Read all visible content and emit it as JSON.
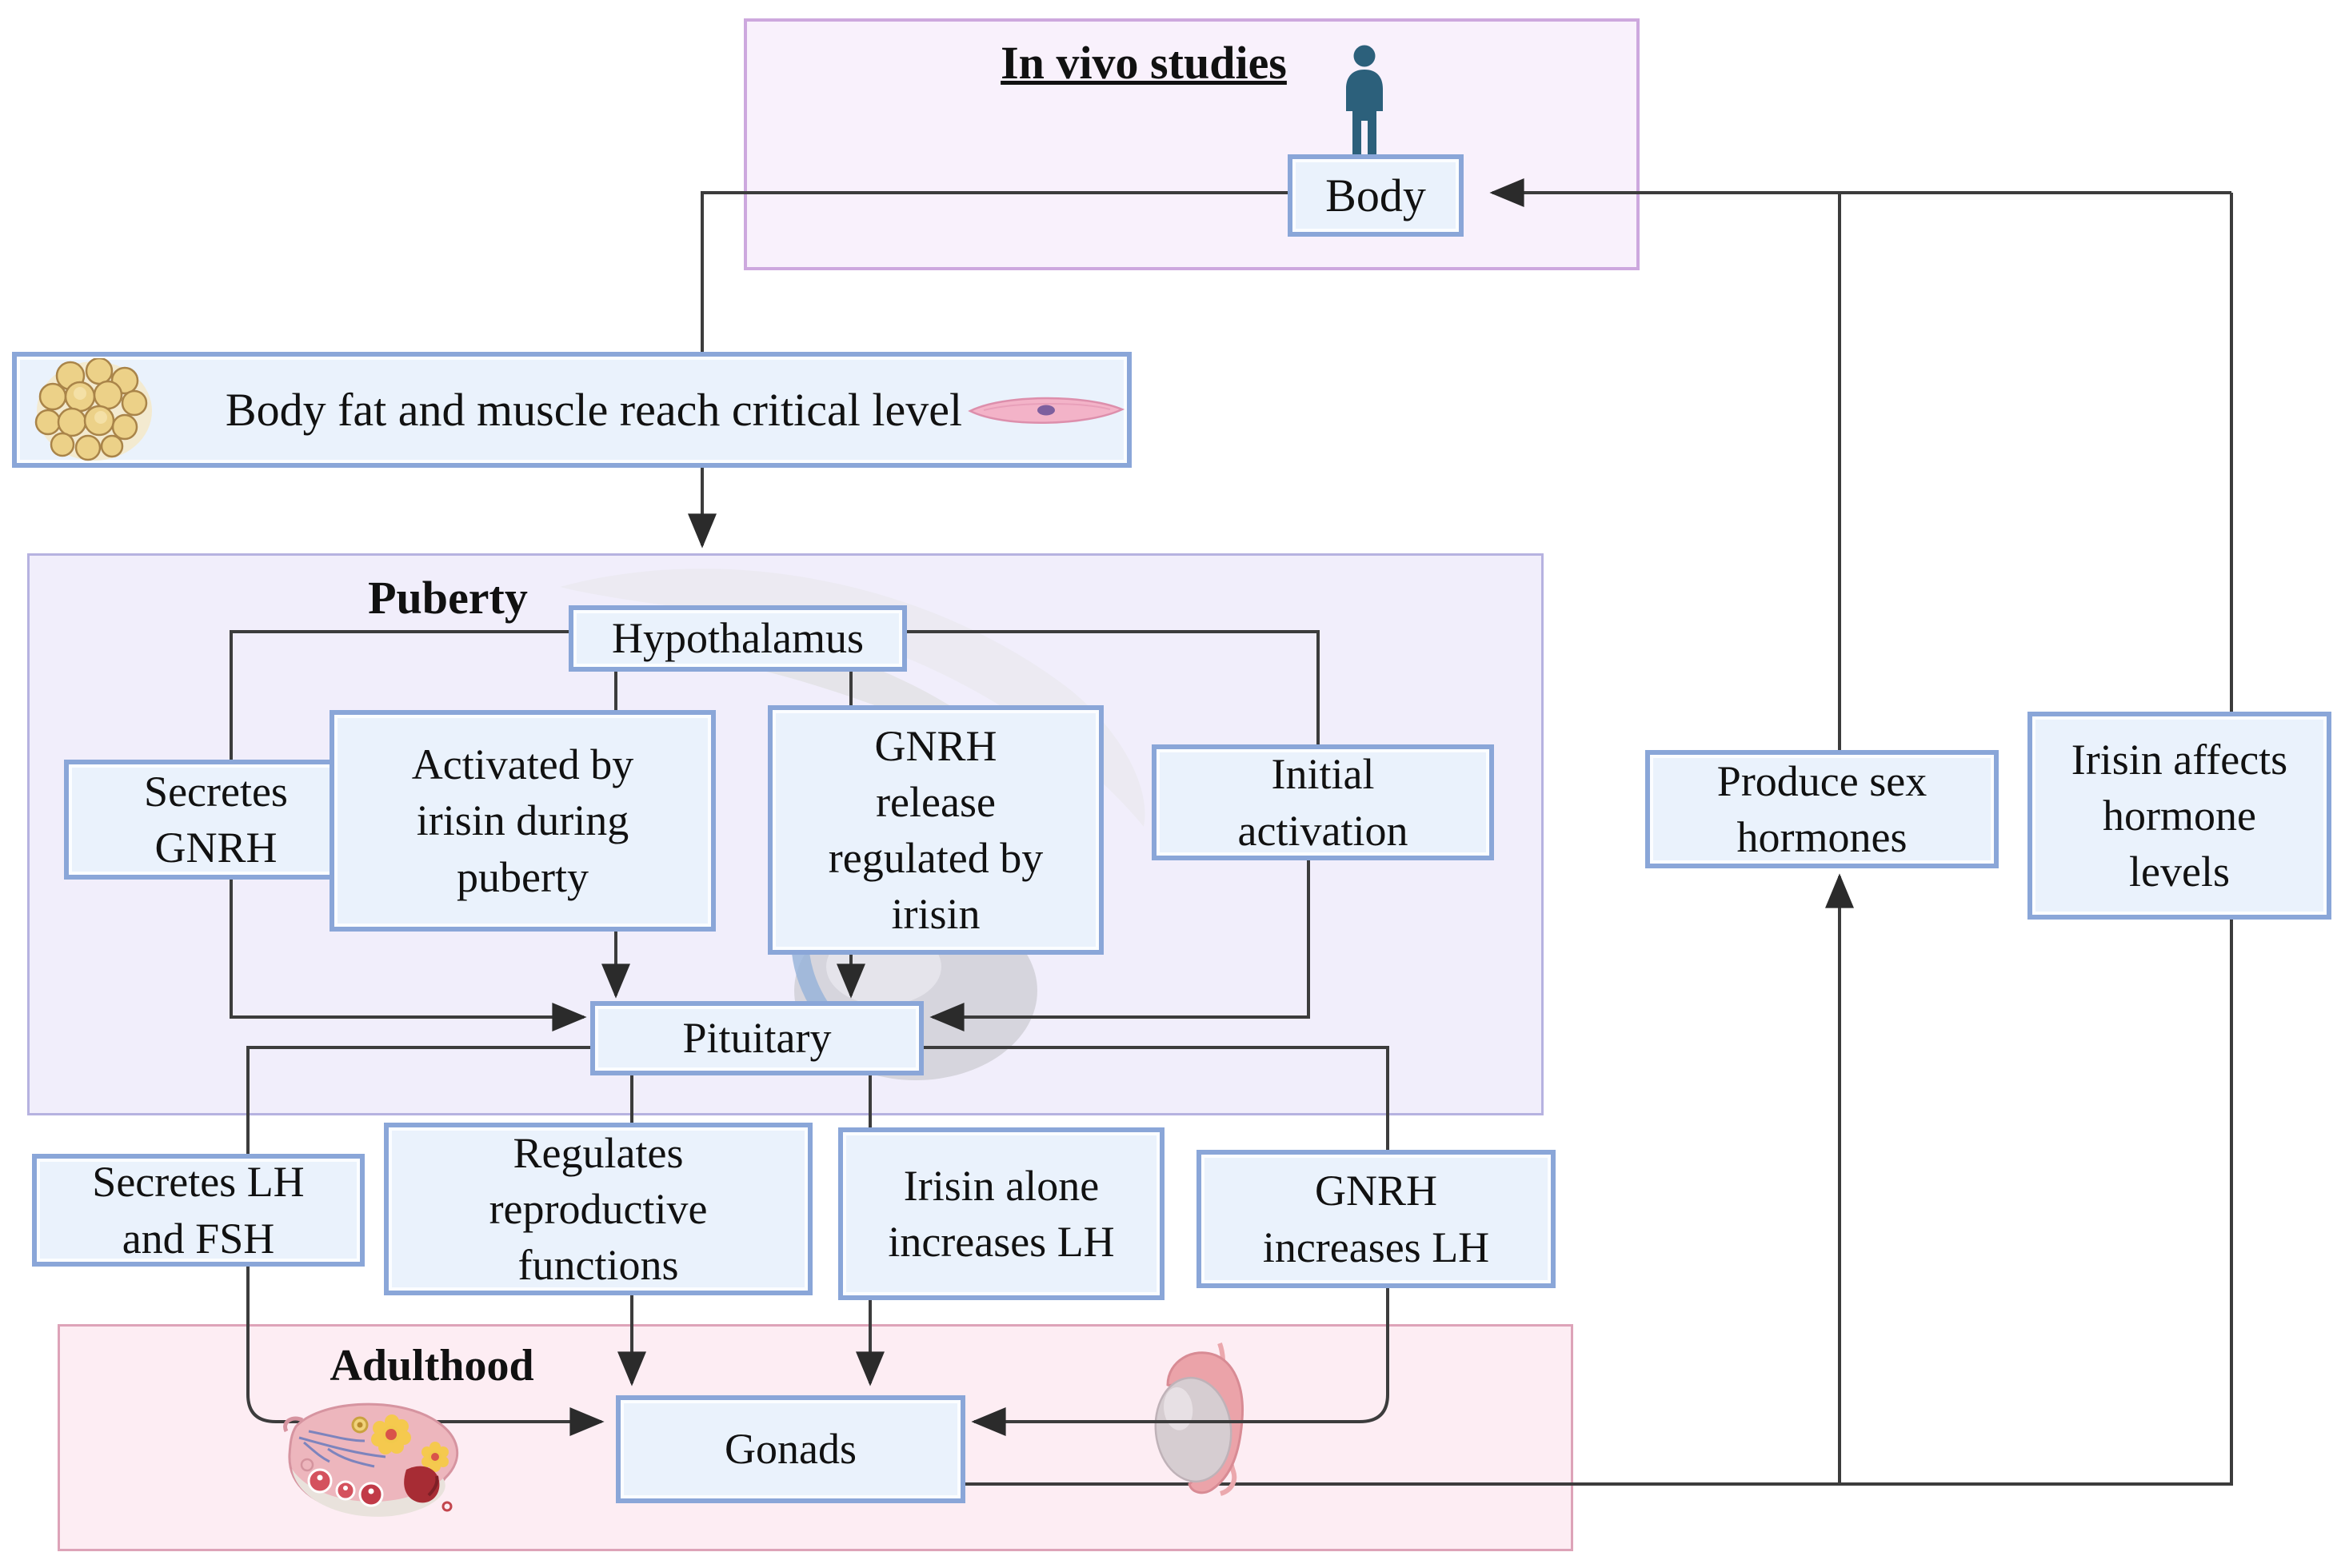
{
  "containers": {
    "in_vivo": {
      "label": "In vivo studies"
    },
    "puberty": {
      "label": "Puberty"
    },
    "adulthood": {
      "label": "Adulthood"
    }
  },
  "nodes": {
    "body": {
      "label": "Body"
    },
    "body_fat": {
      "label": "Body fat and muscle reach critical level"
    },
    "hypothalamus": {
      "label": "Hypothalamus"
    },
    "secretes_gnrh": {
      "label": "Secretes\nGNRH"
    },
    "activated_by_irisin": {
      "label": "Activated by\nirisin during\npuberty"
    },
    "gnrh_release": {
      "label": "GNRH\nrelease\nregulated by\nirisin"
    },
    "initial_activation": {
      "label": "Initial\nactivation"
    },
    "pituitary": {
      "label": "Pituitary"
    },
    "secretes_lh_fsh": {
      "label": "Secretes LH\nand FSH"
    },
    "regulates_reproductive": {
      "label": "Regulates\nreproductive\nfunctions"
    },
    "irisin_alone": {
      "label": "Irisin alone\nincreases LH"
    },
    "gnrh_increases_lh": {
      "label": "GNRH\nincreases LH"
    },
    "gonads": {
      "label": "Gonads"
    },
    "produce_sex_hormones": {
      "label": "Produce sex\nhormones"
    },
    "irisin_affects": {
      "label": "Irisin affects\nhormone\nlevels"
    }
  },
  "icons": [
    "person-icon",
    "fat-tissue-icon",
    "muscle-cell-icon",
    "brain-pituitary-illustration",
    "ovary-icon",
    "testis-icon"
  ],
  "colors": {
    "node_fill": "#eaf2fc",
    "node_border": "#8aa6d8",
    "in_vivo_fill": "#f9f1fc",
    "in_vivo_border": "#cda8de",
    "puberty_fill": "#f1eefb",
    "puberty_border": "#b6b2e0",
    "adulthood_fill": "#fdedf3",
    "adulthood_border": "#dda3b8",
    "connector": "#3c3c3c",
    "person_icon": "#2c607b",
    "fat_cell": "#ecd188",
    "muscle_cell": "#f3b3c8"
  }
}
